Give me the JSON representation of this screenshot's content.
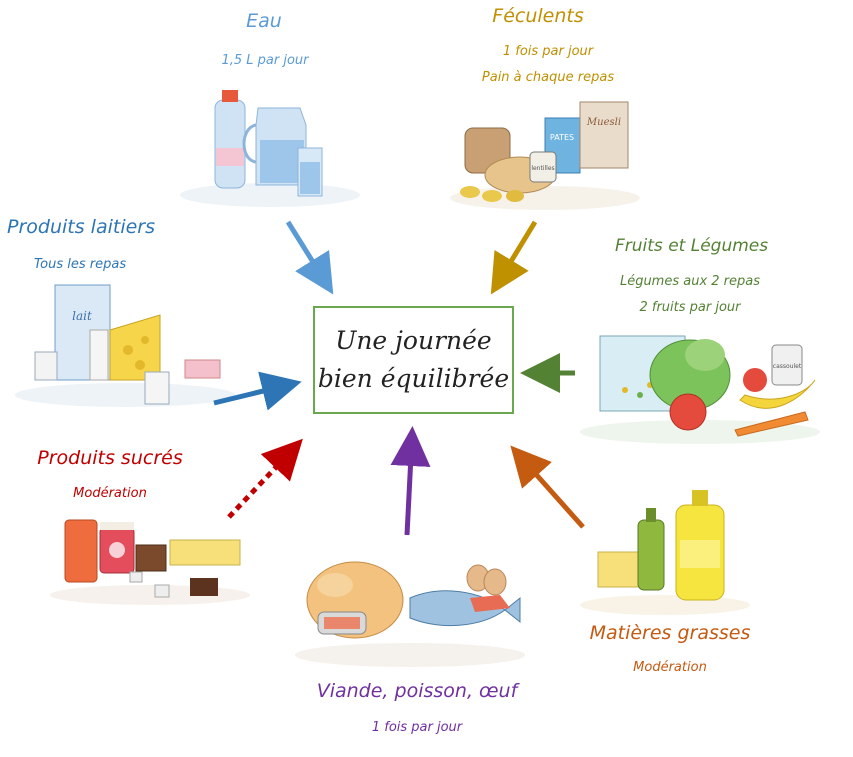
{
  "center": {
    "line1": "Une journée",
    "line2": "bien équilibrée"
  },
  "groups": {
    "eau": {
      "title": "Eau",
      "lines": [
        "1,5 L par jour"
      ],
      "color": "#5b9bd5"
    },
    "feculents": {
      "title": "Féculents",
      "lines": [
        "1 fois par jour",
        "Pain à chaque repas"
      ],
      "color": "#bf9000"
    },
    "laitiers": {
      "title": "Produits laitiers",
      "lines": [
        "Tous les repas"
      ],
      "color": "#2e75b6"
    },
    "fruits": {
      "title": "Fruits et Légumes",
      "lines": [
        "Légumes aux 2 repas",
        "2 fruits par jour"
      ],
      "color": "#548235"
    },
    "sucres": {
      "title": "Produits sucrés",
      "lines": [
        "Modération"
      ],
      "color": "#c00000"
    },
    "viande": {
      "title": "Viande, poisson, œuf",
      "lines": [
        "1 fois par jour"
      ],
      "color": "#7030a0"
    },
    "grasses": {
      "title": "Matières grasses",
      "lines": [
        "Modération"
      ],
      "color": "#c55a11"
    }
  },
  "illustration_text": {
    "pasta_box": "PATES",
    "muesli_box": "Muesli",
    "milk_carton": "lait",
    "lentils_can": "lentilles",
    "can_label": "cassoulet"
  }
}
